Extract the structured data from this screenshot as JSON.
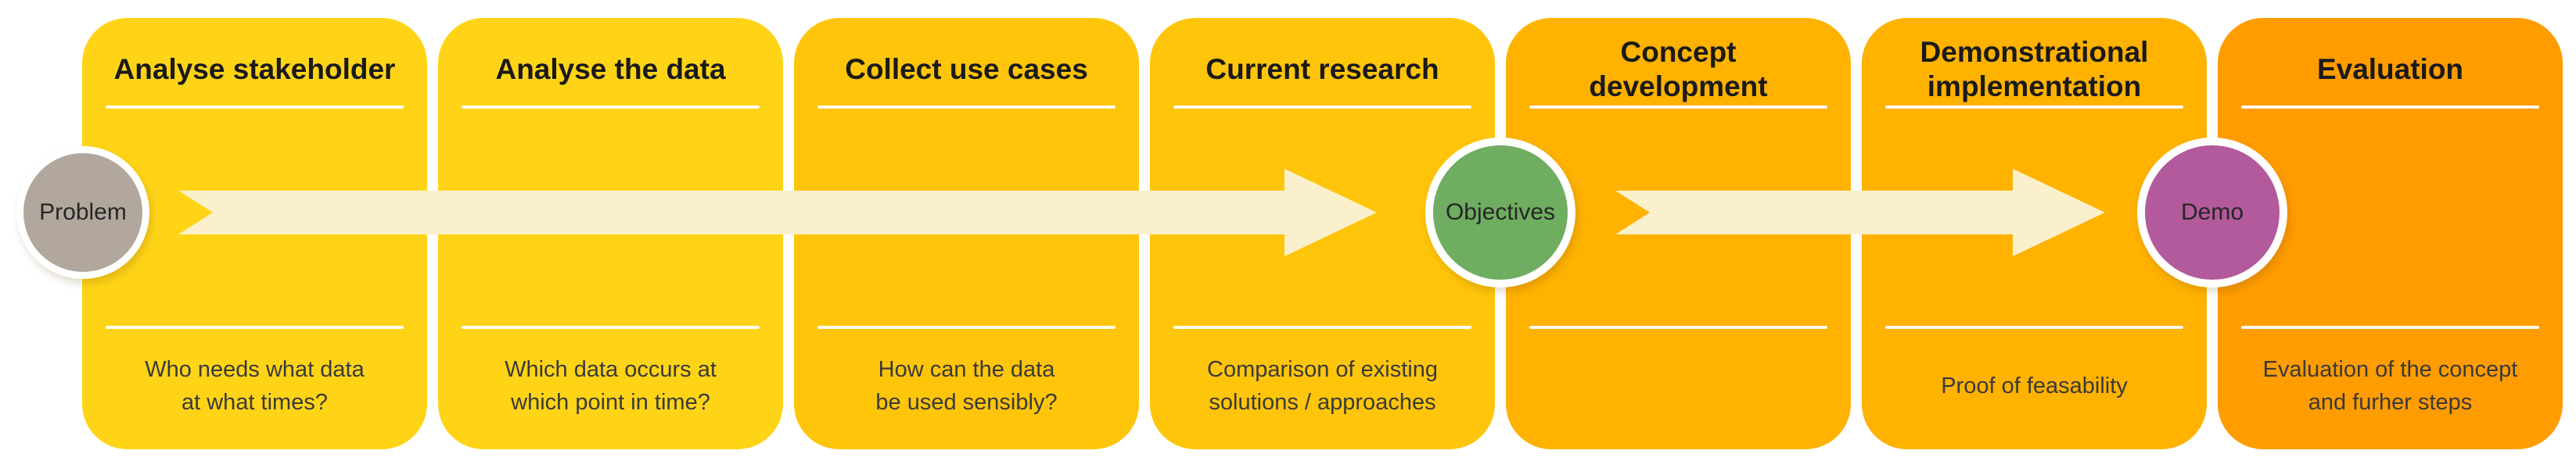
{
  "diagram": {
    "type": "process-flow",
    "stages": [
      {
        "title": "Analyse stakeholder",
        "description": "Who needs what data\nat what times?",
        "fill": "#FFD417"
      },
      {
        "title": "Analyse the data",
        "description": "Which data occurs at\nwhich point in time?",
        "fill": "#FFD417"
      },
      {
        "title": "Collect use cases",
        "description": "How can the data\nbe used sensibly?",
        "fill": "#FFC50A"
      },
      {
        "title": "Current research",
        "description": "Comparison of existing\nsolutions / approaches",
        "fill": "#FFC50A"
      },
      {
        "title": "Concept\ndevelopment",
        "description": "",
        "fill": "#FFB200"
      },
      {
        "title": "Demonstrational\nimplementation",
        "description": "Proof of feasability",
        "fill": "#FFB200"
      },
      {
        "title": "Evaluation",
        "description": "Evaluation of the concept\nand furher steps",
        "fill": "#FF9C00"
      }
    ],
    "milestones": [
      {
        "label": "Problem",
        "fill": "#B2A79C"
      },
      {
        "label": "Objectives",
        "fill": "#6FAD61"
      },
      {
        "label": "Demo",
        "fill": "#B35A9C"
      }
    ],
    "colors": {
      "arrow": "#FAF0CB",
      "circle_ring": "#FFFFFF",
      "title_text": "#1A1A1A",
      "body_text": "#3A3A3A",
      "background": "#FFFFFF"
    }
  }
}
